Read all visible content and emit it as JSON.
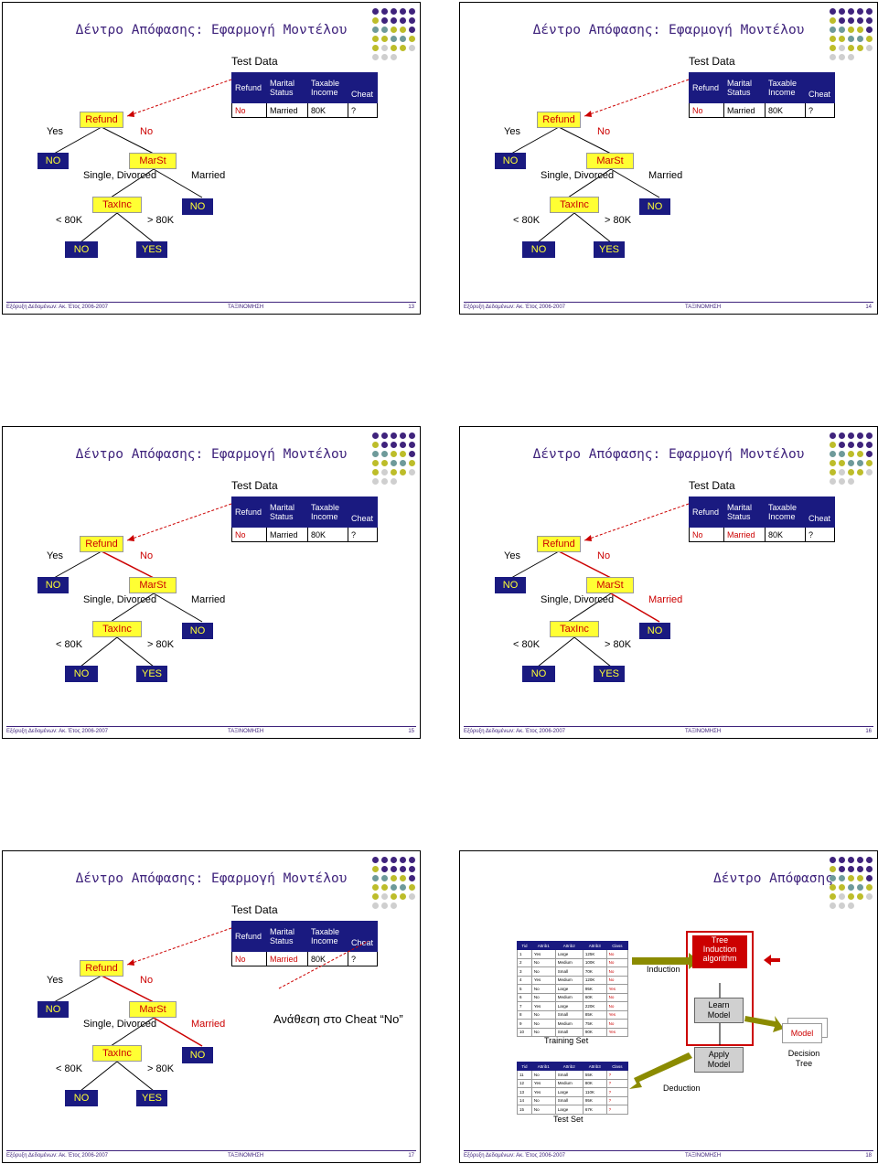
{
  "title": "Δέντρο Απόφασης: Εφαρμογή Μοντέλου",
  "title_last": "Δέντρο Απόφασης",
  "footer": {
    "left": "Εξόρυξη Δεδομένων: Ακ. Έτος 2006-2007",
    "center": "ΤΑΞΙΝΟΜΗΣΗ"
  },
  "pages": [
    "13",
    "14",
    "15",
    "16",
    "17",
    "18"
  ],
  "test_data": {
    "title": "Test Data",
    "headers": [
      "Refund",
      "Marital\nStatus",
      "Taxable\nIncome",
      "Cheat"
    ],
    "row": [
      "No",
      "Married",
      "80K",
      "?"
    ]
  },
  "tree": {
    "refund": "Refund",
    "yes": "Yes",
    "no": "No",
    "no_leaf": "NO",
    "marst": "MarSt",
    "single_divorced": "Single, Divorced",
    "married": "Married",
    "taxinc": "TaxInc",
    "lt80": "< 80K",
    "gt80": "> 80K",
    "yes_leaf": "YES"
  },
  "assign_text": "Ανάθεση στο Cheat “No”",
  "colors": {
    "title": "#3f237c",
    "header": "#1a1a80",
    "node": "#ffff33",
    "red": "#cc0000",
    "olive": "#8b8b00"
  },
  "flow": {
    "training": {
      "title": "Training Set",
      "headers": [
        "Tid",
        "Attrib1",
        "Attrib2",
        "Attrib3",
        "Class"
      ],
      "rows": [
        [
          "1",
          "Yes",
          "Large",
          "125K",
          "No"
        ],
        [
          "2",
          "No",
          "Medium",
          "100K",
          "No"
        ],
        [
          "3",
          "No",
          "Small",
          "70K",
          "No"
        ],
        [
          "4",
          "Yes",
          "Medium",
          "120K",
          "No"
        ],
        [
          "5",
          "No",
          "Large",
          "95K",
          "Yes"
        ],
        [
          "6",
          "No",
          "Medium",
          "60K",
          "No"
        ],
        [
          "7",
          "Yes",
          "Large",
          "220K",
          "No"
        ],
        [
          "8",
          "No",
          "Small",
          "85K",
          "Yes"
        ],
        [
          "9",
          "No",
          "Medium",
          "75K",
          "No"
        ],
        [
          "10",
          "No",
          "Small",
          "90K",
          "Yes"
        ]
      ]
    },
    "test": {
      "title": "Test Set",
      "headers": [
        "Tid",
        "Attrib1",
        "Attrib2",
        "Attrib3",
        "Class"
      ],
      "rows": [
        [
          "11",
          "No",
          "Small",
          "55K",
          "?"
        ],
        [
          "12",
          "Yes",
          "Medium",
          "80K",
          "?"
        ],
        [
          "13",
          "Yes",
          "Large",
          "110K",
          "?"
        ],
        [
          "14",
          "No",
          "Small",
          "95K",
          "?"
        ],
        [
          "15",
          "No",
          "Large",
          "67K",
          "?"
        ]
      ]
    },
    "induction": "Induction",
    "deduction": "Deduction",
    "algorithm": "Tree\nInduction\nalgorithm",
    "learn": "Learn\nModel",
    "apply": "Apply\nModel",
    "model": "Model",
    "decision_tree": "Decision\nTree"
  }
}
